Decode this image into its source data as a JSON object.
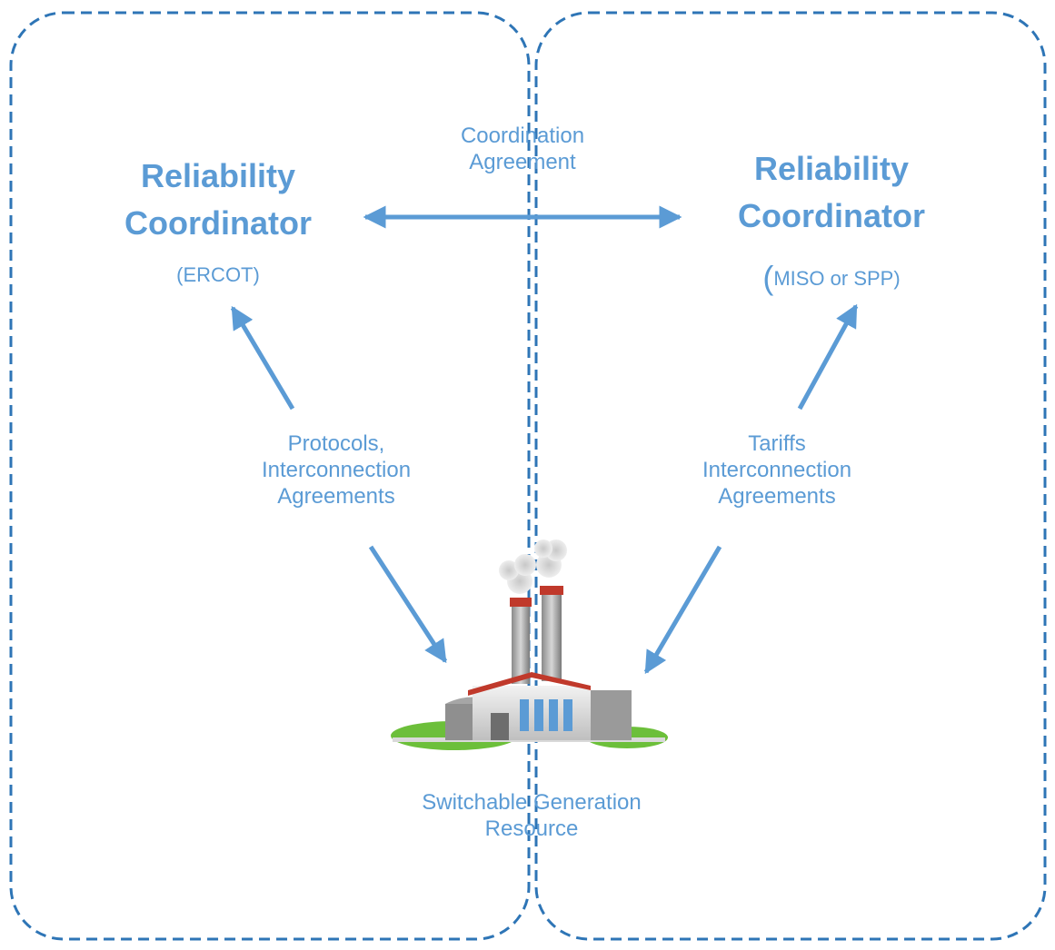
{
  "colors": {
    "accent": "#5b9bd5",
    "border": "#2e75b6"
  },
  "left_region": {
    "title_line1": "Reliability",
    "title_line2": "Coordinator",
    "subtitle": "(ERCOT)"
  },
  "right_region": {
    "title_line1": "Reliability",
    "title_line2": "Coordinator",
    "subtitle_paren": "(",
    "subtitle": "MISO or SPP)"
  },
  "coordination": {
    "line1": "Coordination",
    "line2": "Agreement"
  },
  "left_link": {
    "line1": "Protocols,",
    "line2": "Interconnection",
    "line3": "Agreements"
  },
  "right_link": {
    "line1": "Tariffs",
    "line2": "Interconnection",
    "line3": "Agreements"
  },
  "resource": {
    "line1": "Switchable Generation",
    "line2": "Resource",
    "icon": "power-plant-icon"
  }
}
